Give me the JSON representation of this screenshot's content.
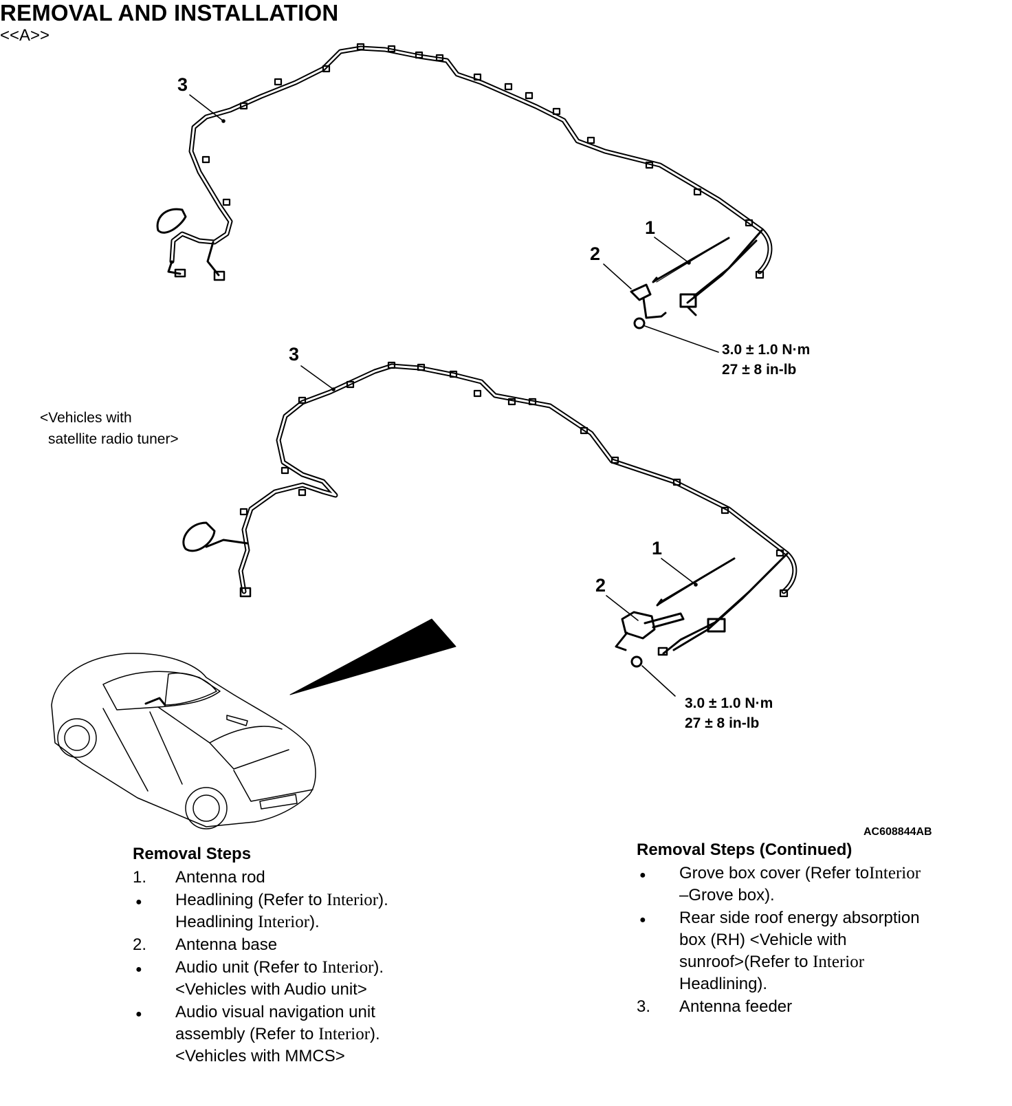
{
  "title": "REMOVAL AND INSTALLATION",
  "figure": {
    "id": "AC608844AB",
    "variant_note": [
      "<Vehicles with",
      "satellite radio tuner>"
    ],
    "upper": {
      "callouts": [
        "3",
        "1",
        "2"
      ],
      "torque": [
        "3.0 ± 1.0 N·m",
        "27 ± 8 in-lb"
      ]
    },
    "lower": {
      "callouts": [
        "3",
        "1",
        "2"
      ],
      "torque": [
        "3.0 ± 1.0 N·m",
        "27 ± 8 in-lb"
      ]
    }
  },
  "removal_steps": {
    "heading": "Removal Steps",
    "items": [
      {
        "marker": "1.",
        "lines": [
          "Antenna rod"
        ]
      },
      {
        "marker": "•",
        "lines": [
          [
            "Headlining (Refer to ",
            "Interior",
            ")."
          ],
          [
            "Headlining ",
            "Interior",
            ")."
          ]
        ]
      },
      {
        "marker": "2.",
        "lines": [
          "Antenna base"
        ]
      },
      {
        "marker": "•",
        "lines": [
          [
            "Audio unit (Refer to ",
            "Interior",
            ")."
          ],
          "<Vehicles with Audio unit>"
        ]
      },
      {
        "marker": "•",
        "lines": [
          "Audio visual navigation unit",
          [
            "assembly (Refer to ",
            "Interior",
            ")."
          ],
          "<Vehicles with MMCS>"
        ]
      }
    ]
  },
  "continued_marker": "<<A>>",
  "removal_steps_continued": {
    "heading": "Removal Steps (Continued)",
    "items": [
      {
        "marker": "•",
        "lines": [
          [
            "Grove box cover (Refer to",
            "Interior",
            ""
          ],
          "–Grove box)."
        ]
      },
      {
        "marker": "•",
        "lines": [
          "Rear side roof  energy absorption",
          "box (RH) <Vehicle with",
          [
            "sunroof>(Refer to ",
            "Interior",
            ""
          ],
          "Headlining)."
        ]
      },
      {
        "marker": "3.",
        "lines": [
          "Antenna feeder"
        ]
      }
    ]
  }
}
